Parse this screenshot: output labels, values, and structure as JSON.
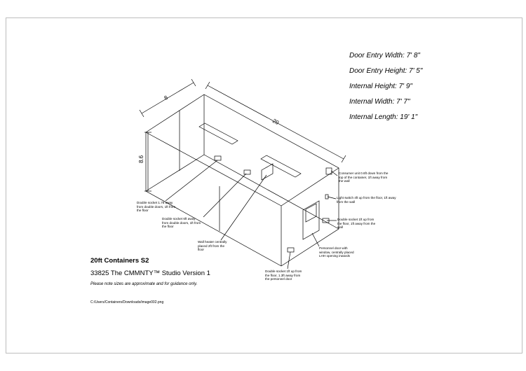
{
  "specs": [
    "Door Entry Width: 7' 8\"",
    "Door Entry Height: 7' 5\"",
    "Internal Height: 7' 9\"",
    "Internal Width: 7' 7\"",
    "Internal Length: 19' 1\""
  ],
  "dimensions": {
    "width": "8",
    "length": "20",
    "height": "8.6"
  },
  "annotations": {
    "consumer_unit": "Consumer unit 0.6ft down from the\ntop of the container, 1ft away from\nthe wall",
    "light_switch": "Light switch 4ft up from the floor, 1ft away\nfrom the wall",
    "double_socket_right": "Double socket 1ft up from\nthe floor, 1ft away from the\nwall",
    "personnel_door": "Personnel door with\nwindow, centrally placed\nLHH opening inwards",
    "double_socket_bottom": "Double socket 1ft up from\nthe floor, 1.3ft away from\nthe personnel door",
    "wall_heater": "Wall heater centrally\nplaced 2ft from the\nfloor",
    "double_socket_6ft": "Double socket 6ft away\nfrom double doors, 1ft from\nthe floor",
    "double_socket_1_76": "Double socket 1.76 away\nfrom double doors, 1ft from\nthe floor"
  },
  "title": "20ft Containers S2",
  "subtitle": "33825 The CMMNTY™ Studio Version 1",
  "disclaimer": "Please note sizes are approximate and for guidance only.",
  "filepath": "C:/Users/Containers/Downloads/image002.png"
}
